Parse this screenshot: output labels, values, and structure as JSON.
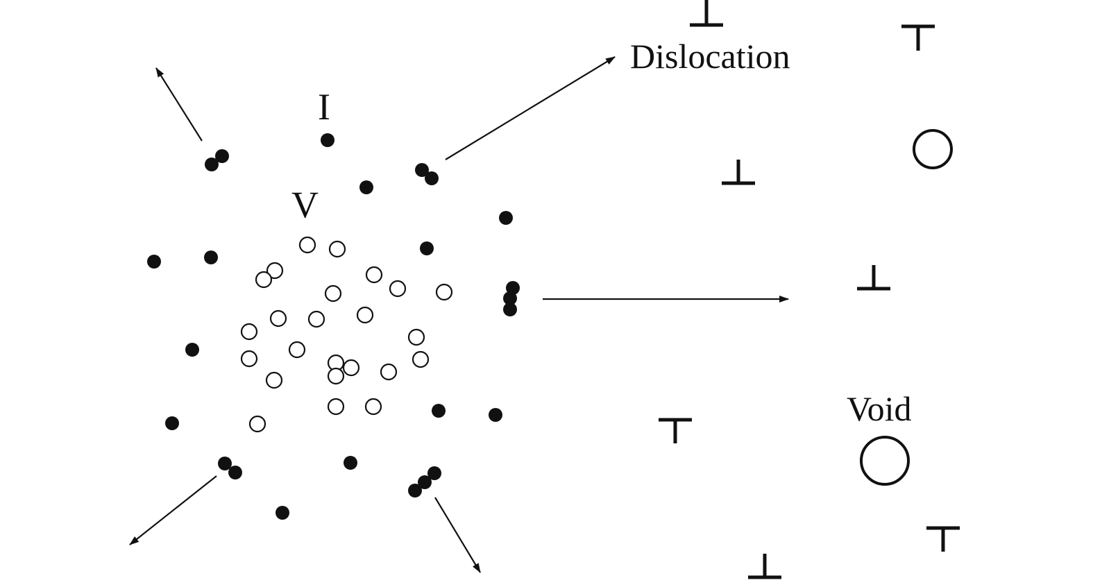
{
  "labels": {
    "interstitial": "I",
    "vacancy": "V",
    "dislocation": "Dislocation",
    "void": "Void"
  },
  "colors": {
    "ink": "#111111",
    "background": "#ffffff"
  },
  "legend_symbols": {
    "interstitial": "filled-dot",
    "vacancy": "open-circle",
    "dislocation": "perpendicular-symbol",
    "void": "large-open-circle"
  }
}
